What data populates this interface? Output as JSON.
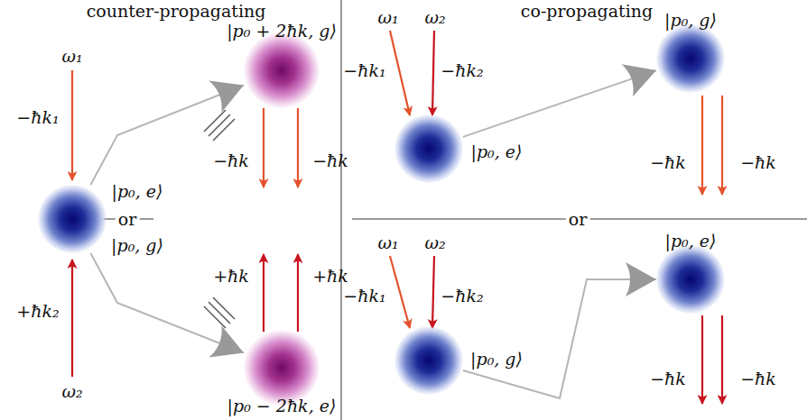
{
  "diagram": {
    "nodes": [
      {
        "text": [
          "|p₀, e⟩",
          "|p₀, g⟩"
        ]
      },
      {
        "text": [
          "|p₀ + 2ħk, g⟩"
        ]
      },
      {
        "text": [
          "|p₀ − 2ħk, e⟩"
        ]
      },
      {
        "text": [
          "|p₀, e⟩"
        ]
      },
      {
        "text": [
          "|p₀, g⟩"
        ]
      },
      {
        "text": [
          "|p₀, g⟩"
        ]
      },
      {
        "text": [
          "|p₀, e⟩"
        ]
      }
    ],
    "edges": [
      {
        "from": 0,
        "to": 1,
        "arrow": "to"
      },
      {
        "from": 0,
        "to": 2,
        "arrow": "to"
      },
      {
        "from": 3,
        "to": 4,
        "arrow": "to"
      },
      {
        "from": 5,
        "to": 6,
        "arrow": "to"
      }
    ],
    "labels": [
      "counter-propagating",
      "co-propagating",
      "ω₁",
      "−ħk₁",
      "+ħk₂",
      "ω₂",
      "or",
      "−ħk",
      "−ħk",
      "+ħk",
      "+ħk",
      "ω₁",
      "ω₂",
      "−ħk₁",
      "−ħk₂",
      "−ħk",
      "−ħk",
      "or",
      "ω₁",
      "ω₂",
      "−ħk₁",
      "−ħk₂",
      "−ħk",
      "−ħk"
    ]
  }
}
